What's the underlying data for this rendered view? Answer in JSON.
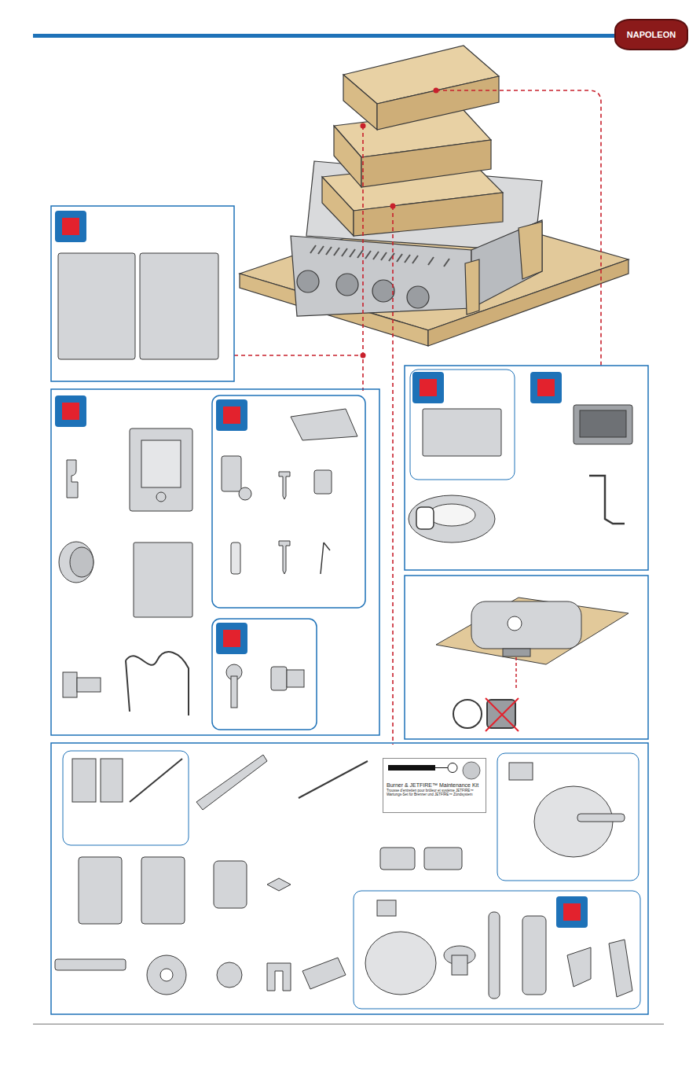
{
  "diagram": {
    "nodes": [
      {
        "text": [
          "NAPOLEON"
        ]
      },
      {
        "text": [
          "Burner & JETFIRE™ Maintenance Kit",
          "Trousse d'entretien pour brûleur et système JETFIRE™",
          "Wartungs-Set für Brenner und JETFIRE™ Zündsystem"
        ]
      }
    ]
  }
}
